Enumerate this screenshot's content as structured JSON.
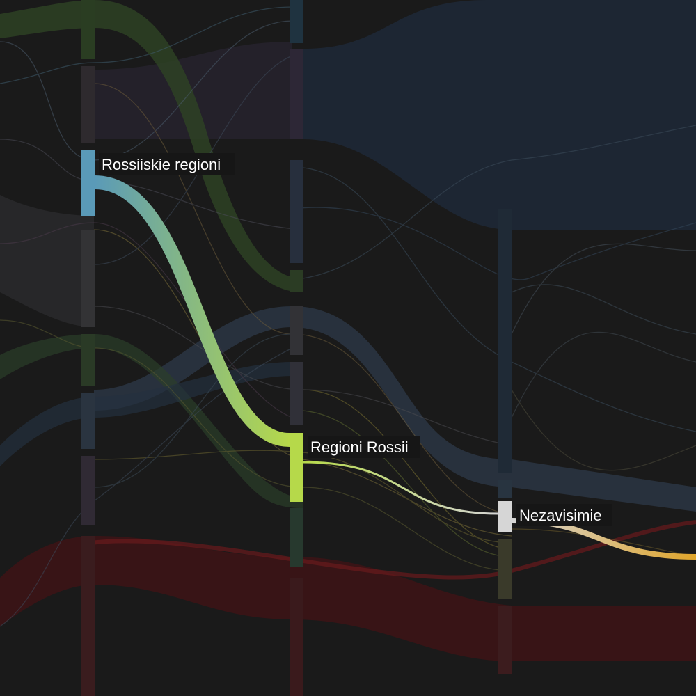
{
  "highlighted_nodes": [
    {
      "label": "Rossiiskie regioni",
      "color": "#5a9ab8"
    },
    {
      "label": "Regioni Rossii",
      "color": "#b6d94a"
    },
    {
      "label": "Nezavisimie",
      "color": "#d6d6d6"
    }
  ],
  "colors": {
    "background": "#1a1a1a",
    "path_start": "#5a9ab8",
    "path_mid": "#b6d94a",
    "path_end": "#d6d6d6",
    "path_out": "#e0a52a",
    "band_red": "#3a1416",
    "band_navy": "#1e2836",
    "band_green": "#253420",
    "band_purple": "#2e2838",
    "band_gray": "#33333a"
  }
}
